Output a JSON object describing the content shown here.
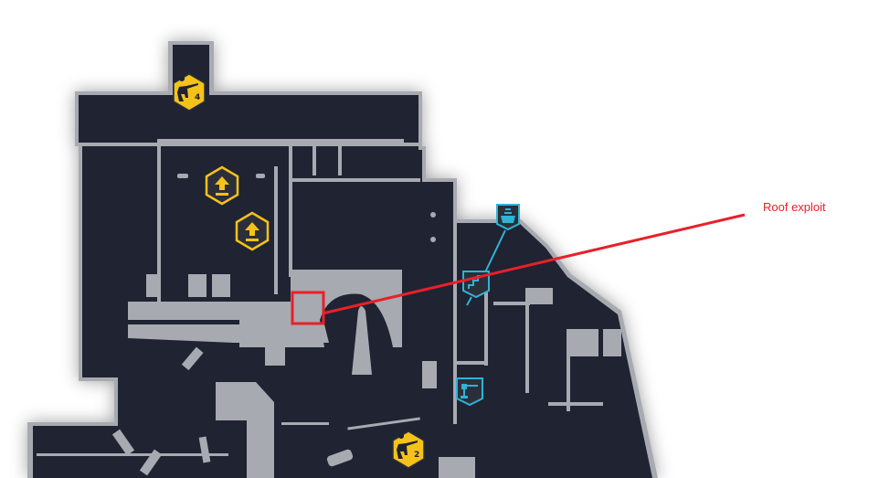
{
  "map": {
    "colors": {
      "floor": "#1f2332",
      "wall": "#a7aab0",
      "objective": "#f5c21b",
      "pickup": "#2fb3d6",
      "annotation": "#e8202a"
    },
    "markers": [
      {
        "type": "sniper-spot",
        "badge": "4"
      },
      {
        "type": "sniper-spot",
        "badge": "2"
      },
      {
        "type": "jump-pad"
      },
      {
        "type": "jump-pad"
      },
      {
        "type": "health-pack"
      },
      {
        "type": "stairs"
      },
      {
        "type": "turret"
      }
    ]
  },
  "annotation": {
    "label": "Roof exploit"
  }
}
